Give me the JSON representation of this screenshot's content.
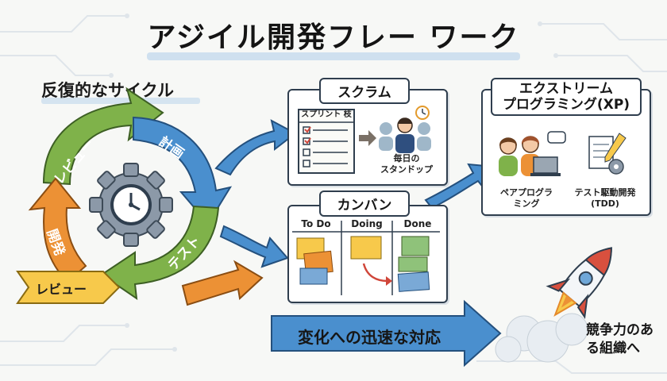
{
  "title": "アジイル開発フレー ワーク",
  "cycle": {
    "heading": "反復的なサイクル",
    "labels": {
      "review_top": "レビュー",
      "plan": "計画",
      "test": "テスト",
      "dev": "開発",
      "review_bottom": "レビュー"
    }
  },
  "scrum": {
    "title": "スクラム",
    "sprint_label": "スプリント 枝",
    "standup_label_line1": "毎日の",
    "standup_label_line2": "スタンドップ"
  },
  "kanban": {
    "title": "カンバン",
    "columns": [
      "To Do",
      "Doing",
      "Done"
    ]
  },
  "xp": {
    "title_line1": "エクストリーム",
    "title_line2": "プログラミング(XP)",
    "pair_line1": "ペアプログラ",
    "pair_line2": "ミング",
    "tdd_line1": "テスト駆動開発",
    "tdd_line2": "(TDD)"
  },
  "banner": {
    "text": "変化への迅速な対応"
  },
  "goal": {
    "line1": "競争力のあ",
    "line2": "る組織へ"
  },
  "colors": {
    "green": "#7fb24a",
    "blue": "#4a8fce",
    "orange": "#ec9135",
    "yellow": "#f7c94b",
    "navy": "#2f3e4e"
  }
}
